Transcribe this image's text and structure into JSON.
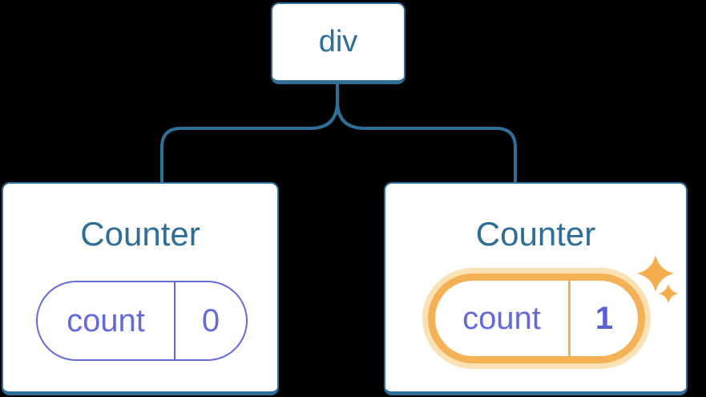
{
  "diagram": {
    "root": {
      "label": "div"
    },
    "children": [
      {
        "title": "Counter",
        "state_name": "count",
        "state_value": "0",
        "highlighted": false
      },
      {
        "title": "Counter",
        "state_name": "count",
        "state_value": "1",
        "highlighted": true
      }
    ]
  },
  "icons": {
    "sparkles": "sparkles-icon (two four-point stars)"
  },
  "colors": {
    "background": "#000000",
    "frame_blue": "#2f6e96",
    "state_purple": "#646bd9",
    "value_bold_purple": "#5a61d2",
    "highlight_orange": "#f5b156",
    "highlight_halo": "#fbe2b4",
    "sparkle_orange": "#f5ae4d",
    "card_fill": "#ffffff"
  }
}
